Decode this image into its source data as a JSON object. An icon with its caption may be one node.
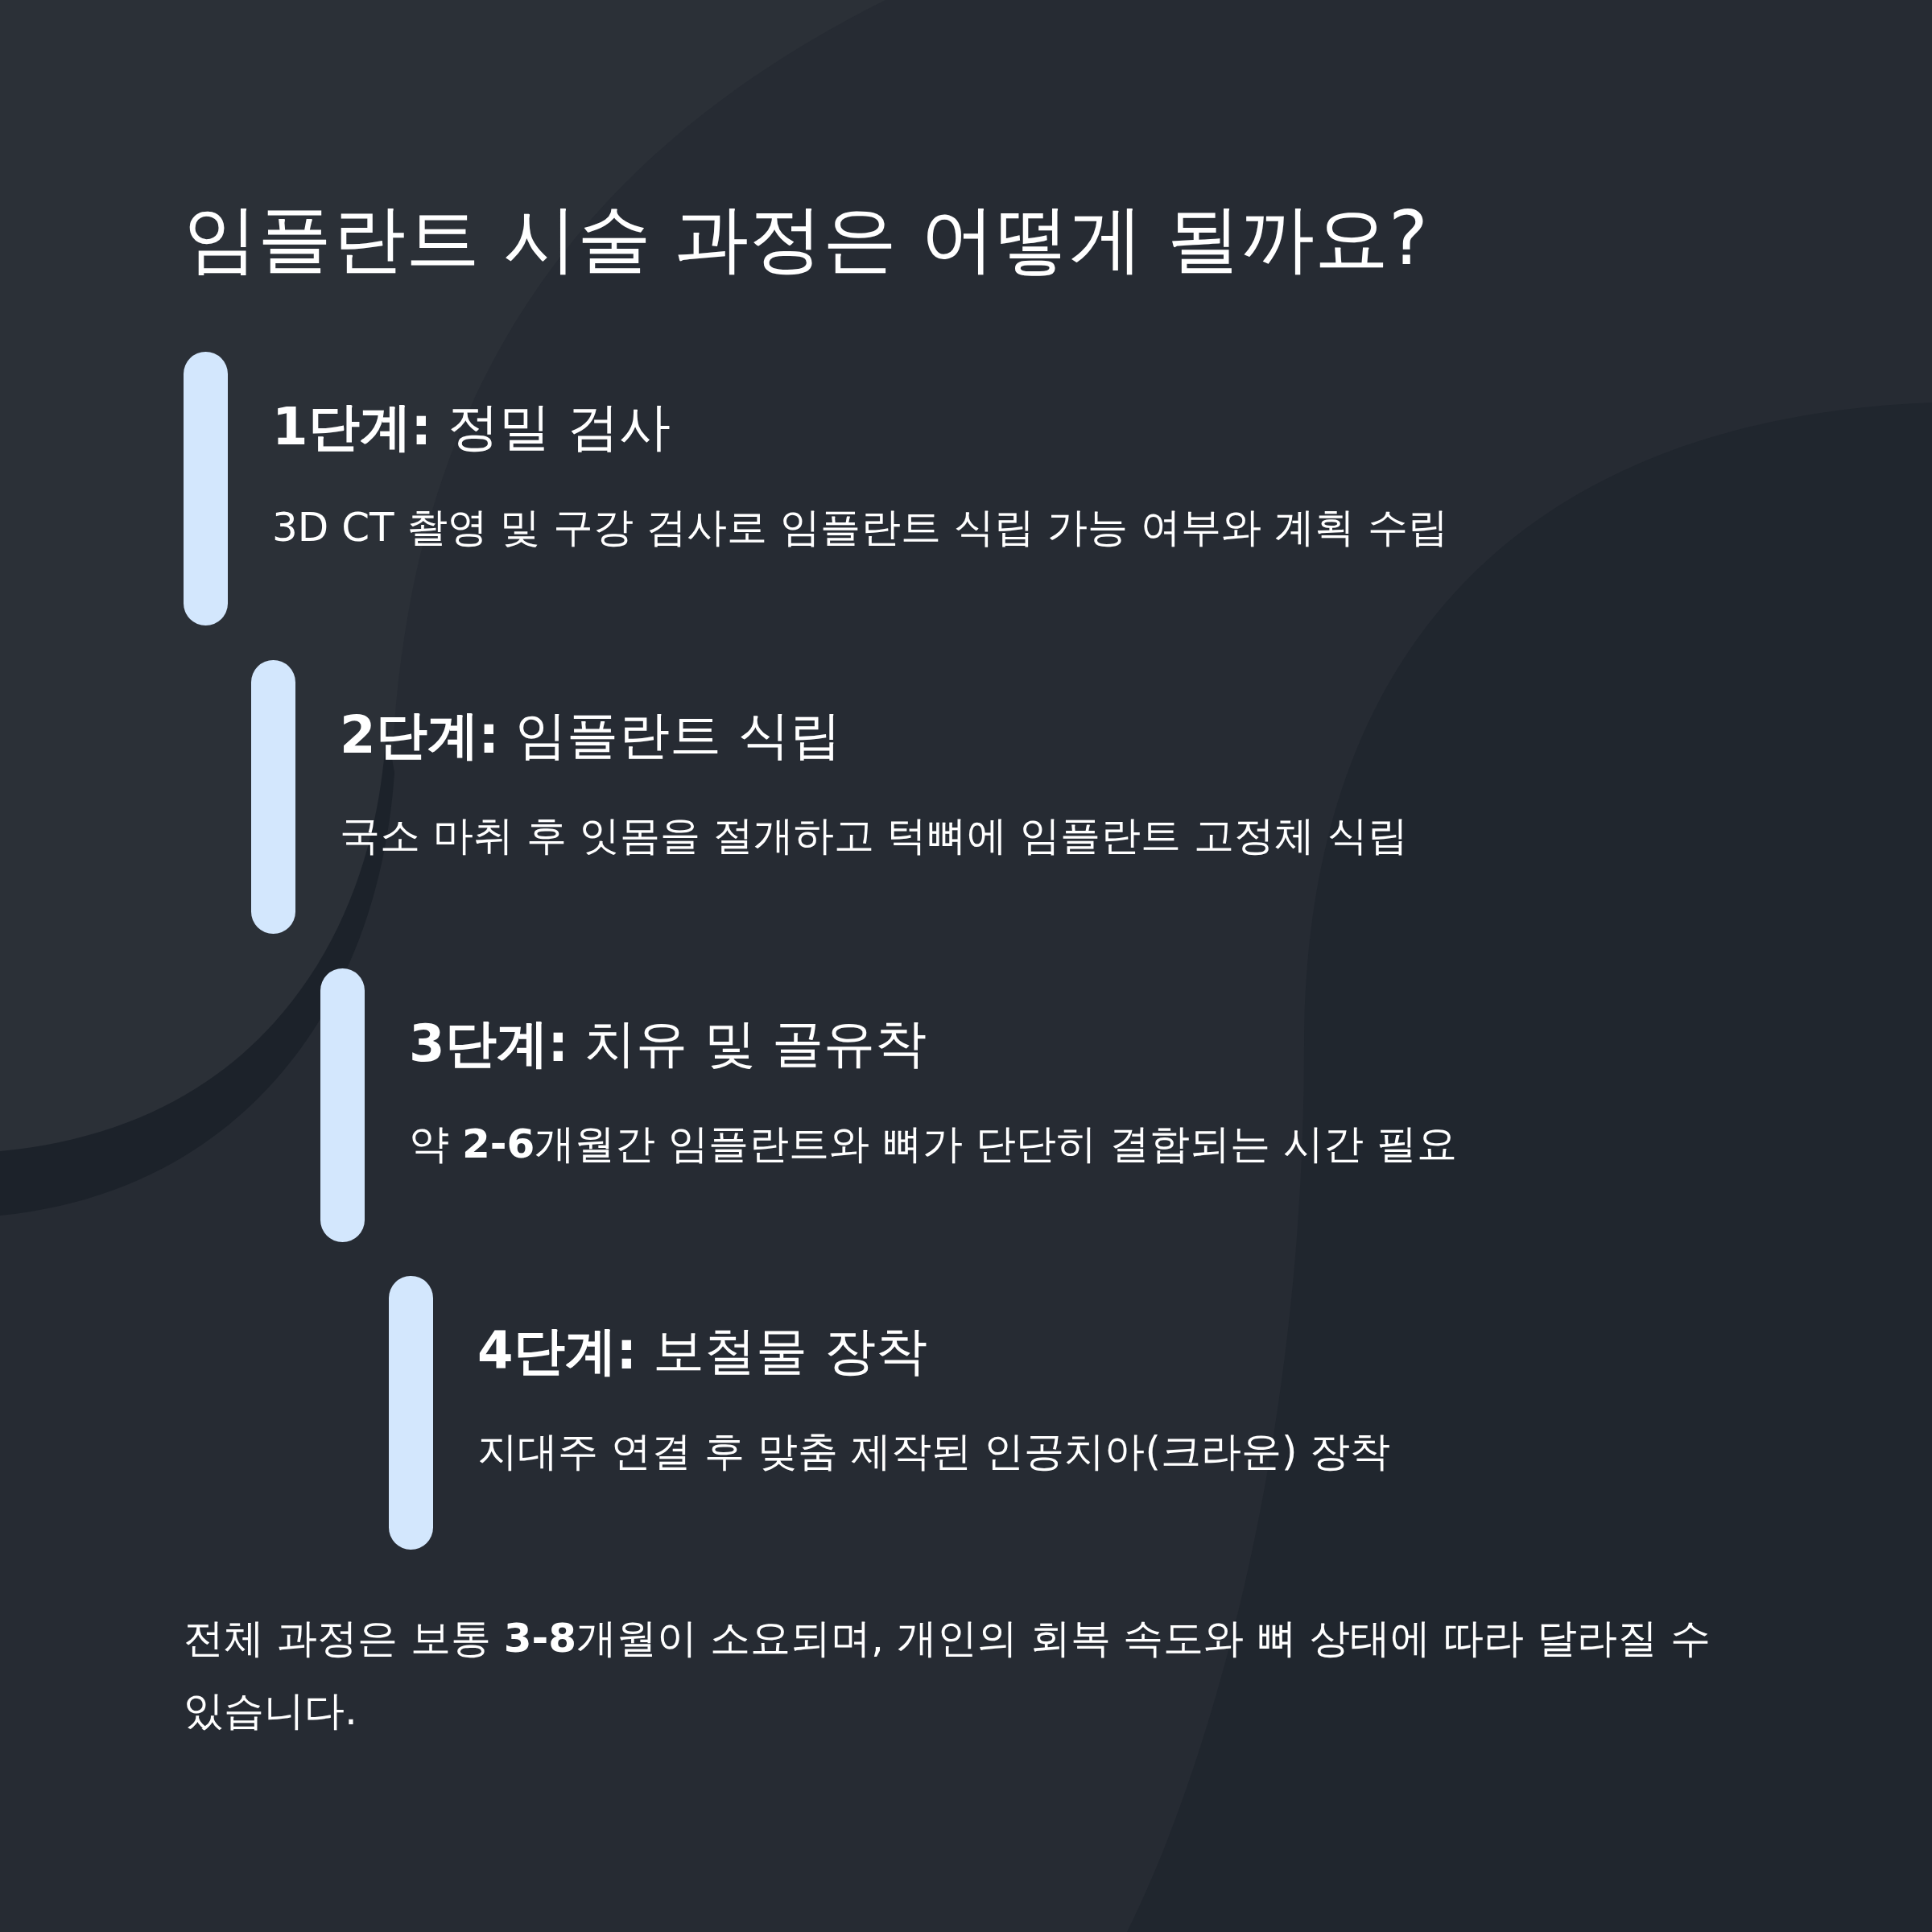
{
  "diagram": {
    "title": "임플란트 시술 과정은 어떻게 될까요?",
    "nodes": [
      {
        "text": [
          "**1단계:** 정밀 검사",
          "3D CT 촬영 및 구강 검사로 임플란트 식립 가능 여부와 계획 수립"
        ]
      },
      {
        "text": [
          "**2단계:** 임플란트 식립",
          "국소 마취 후 잇몸을 절개하고 턱뼈에 임플란트 고정체 식립"
        ]
      },
      {
        "text": [
          "**3단계:** 치유 및 골유착",
          "약 **2-6**개월간 임플란트와 뼈가 단단히 결합되는 시간 필요"
        ]
      },
      {
        "text": [
          "**4단계:** 보철물 장착",
          "지대주 연결 후 맞춤 제작된 인공치아(크라운) 장착"
        ]
      }
    ],
    "caption": "전체 과정은 보통 **3-8**개월이 소요되며, 개인의 회복 속도와 뼈 상태에 따라 달라질 수 있습니다."
  }
}
